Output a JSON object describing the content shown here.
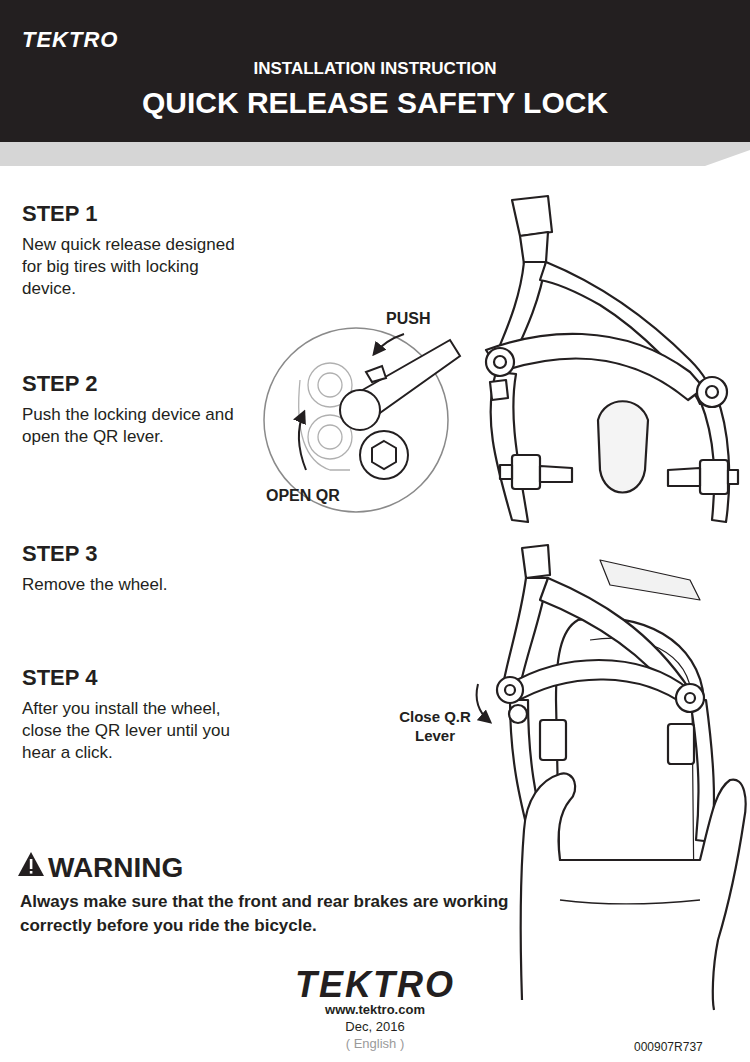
{
  "diagram": {
    "title": "QUICK RELEASE SAFETY LOCK",
    "labels": [
      "TEKTRO",
      "INSTALLATION INSTRUCTION",
      "STEP 1",
      "New quick release designed for big tires with locking device.",
      "PUSH",
      "STEP 2",
      "Push the locking device and open the QR lever.",
      "OPEN QR",
      "STEP 3",
      "Remove the wheel.",
      "STEP 4",
      "After you install the wheel, close the QR lever until you hear a click.",
      "Close Q.R Lever",
      "WARNING",
      "Always make sure that the front and rear brakes are working correctly before you ride the bicycle.",
      "TEKTRO",
      "www.tektro.com",
      "Dec, 2016",
      "( English )",
      "000907R737"
    ]
  }
}
